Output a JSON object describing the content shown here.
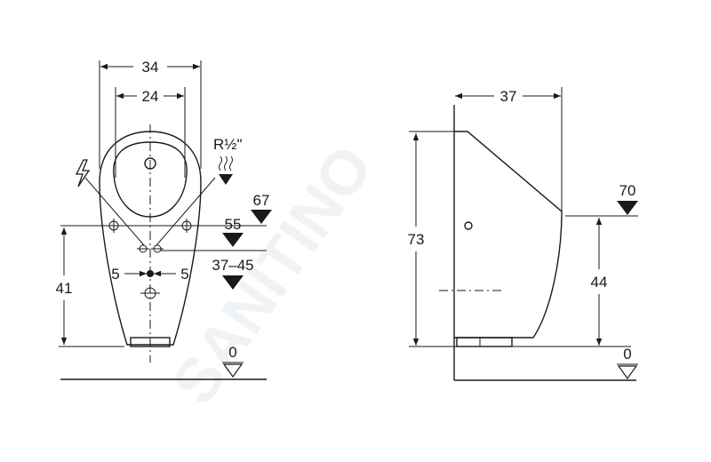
{
  "front_view": {
    "width_outer": "34",
    "width_inner": "24",
    "pipe_thread": "R½\"",
    "height_55": "55",
    "height_67": "67",
    "height_range": "37–45",
    "offset_left": "5",
    "offset_right": "5",
    "height_41": "41",
    "floor_level": "0"
  },
  "side_view": {
    "depth": "37",
    "height_73": "73",
    "height_70": "70",
    "height_44": "44",
    "floor_level": "0"
  },
  "icons": [
    "electric-lightning-icon",
    "water-supply-icon",
    "level-triangle-icon"
  ],
  "watermark": "SANITINO",
  "colors": {
    "line": "#1a1a1a",
    "watermark": "#d7dde3"
  }
}
